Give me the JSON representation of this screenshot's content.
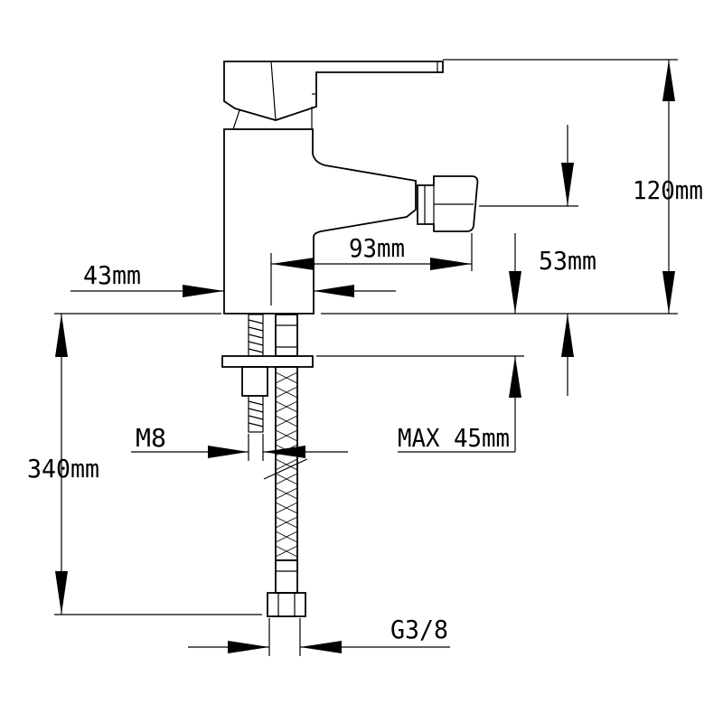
{
  "drawing": {
    "labels": {
      "height_total": "120mm",
      "spout_height": "53mm",
      "spout_reach": "93mm",
      "body_width": "43mm",
      "hose_length": "340mm",
      "thread": "M8",
      "max_thickness": "MAX 45mm",
      "connection": "G3/8"
    }
  }
}
